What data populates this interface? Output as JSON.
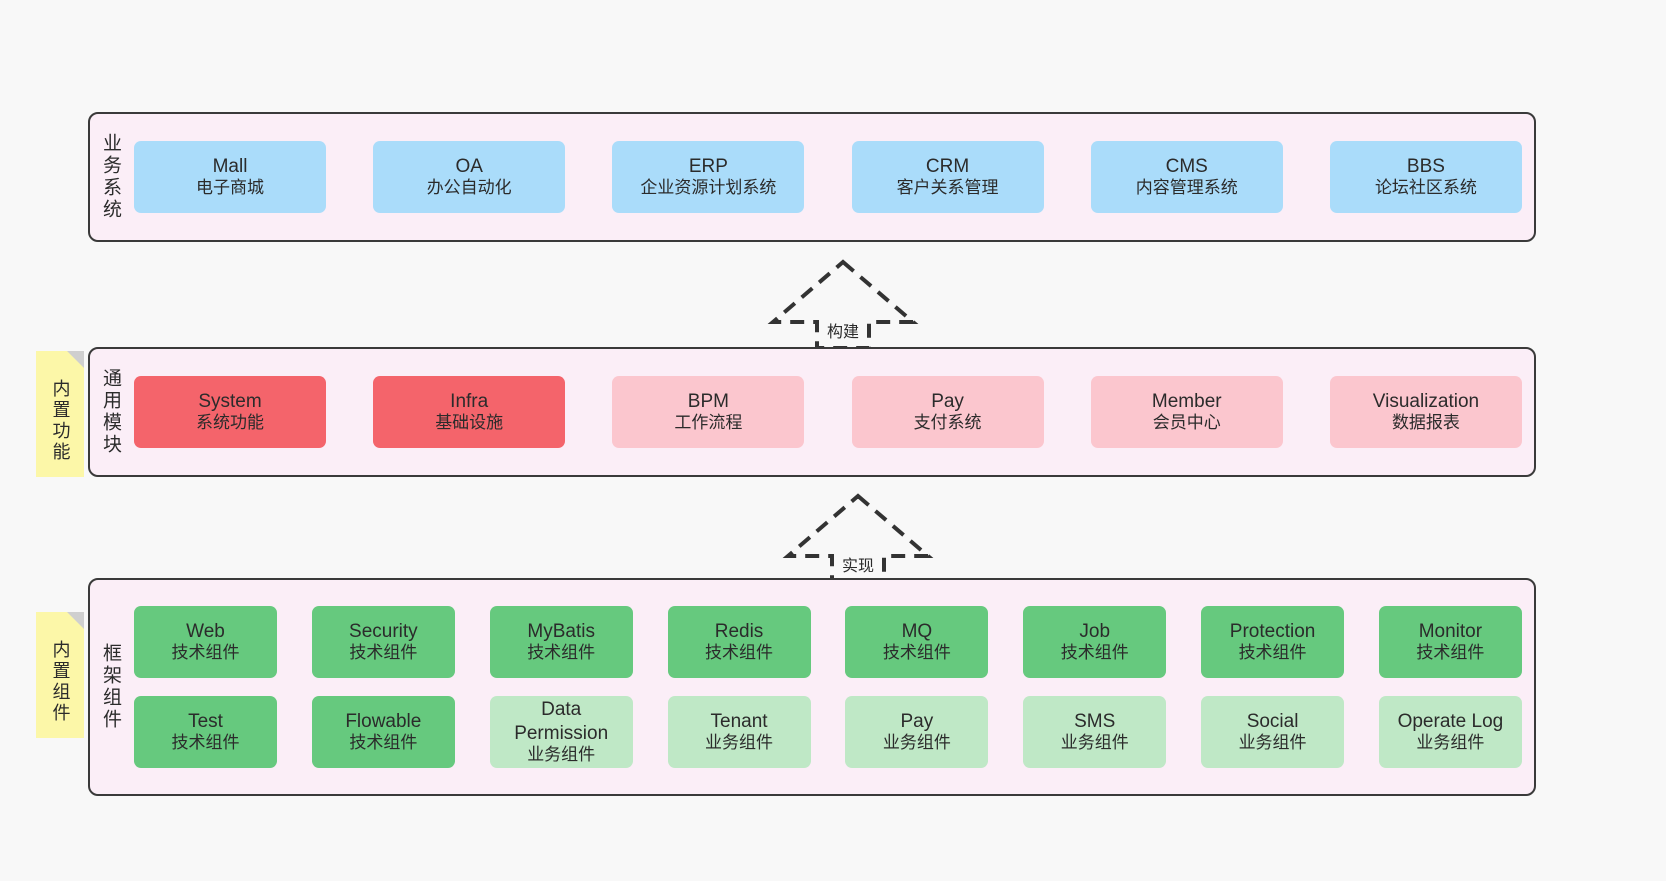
{
  "diagram": {
    "background_color": "#f8f8f8",
    "layers": [
      {
        "id": "business",
        "title": "业务系统",
        "fill": "#fbeef7",
        "cards": [
          {
            "en": "Mall",
            "cn": "电子商城",
            "color": "#aadcfa"
          },
          {
            "en": "OA",
            "cn": "办公自动化",
            "color": "#aadcfa"
          },
          {
            "en": "ERP",
            "cn": "企业资源计划系统",
            "color": "#aadcfa"
          },
          {
            "en": "CRM",
            "cn": "客户关系管理",
            "color": "#aadcfa"
          },
          {
            "en": "CMS",
            "cn": "内容管理系统",
            "color": "#aadcfa"
          },
          {
            "en": "BBS",
            "cn": "论坛社区系统",
            "color": "#aadcfa"
          }
        ]
      },
      {
        "id": "common",
        "title": "通用模块",
        "fill": "#fbeef7",
        "note": "内置功能",
        "cards": [
          {
            "en": "System",
            "cn": "系统功能",
            "color": "#f4646b"
          },
          {
            "en": "Infra",
            "cn": "基础设施",
            "color": "#f4646b"
          },
          {
            "en": "BPM",
            "cn": "工作流程",
            "color": "#fbc6ce"
          },
          {
            "en": "Pay",
            "cn": "支付系统",
            "color": "#fbc6ce"
          },
          {
            "en": "Member",
            "cn": "会员中心",
            "color": "#fbc6ce"
          },
          {
            "en": "Visualization",
            "cn": "数据报表",
            "color": "#fbc6ce"
          }
        ]
      },
      {
        "id": "framework",
        "title": "框架组件",
        "fill": "#fbeef7",
        "note": "内置组件",
        "rows": [
          [
            {
              "en": "Web",
              "cn": "技术组件",
              "color": "#66c97e"
            },
            {
              "en": "Security",
              "cn": "技术组件",
              "color": "#66c97e"
            },
            {
              "en": "MyBatis",
              "cn": "技术组件",
              "color": "#66c97e"
            },
            {
              "en": "Redis",
              "cn": "技术组件",
              "color": "#66c97e"
            },
            {
              "en": "MQ",
              "cn": "技术组件",
              "color": "#66c97e"
            },
            {
              "en": "Job",
              "cn": "技术组件",
              "color": "#66c97e"
            },
            {
              "en": "Protection",
              "cn": "技术组件",
              "color": "#66c97e"
            },
            {
              "en": "Monitor",
              "cn": "技术组件",
              "color": "#66c97e"
            }
          ],
          [
            {
              "en": "Test",
              "cn": "技术组件",
              "color": "#66c97e"
            },
            {
              "en": "Flowable",
              "cn": "技术组件",
              "color": "#66c97e"
            },
            {
              "en": "Data Permission",
              "cn": "业务组件",
              "color": "#bfe8c6"
            },
            {
              "en": "Tenant",
              "cn": "业务组件",
              "color": "#bfe8c6"
            },
            {
              "en": "Pay",
              "cn": "业务组件",
              "color": "#bfe8c6"
            },
            {
              "en": "SMS",
              "cn": "业务组件",
              "color": "#bfe8c6"
            },
            {
              "en": "Social",
              "cn": "业务组件",
              "color": "#bfe8c6"
            },
            {
              "en": "Operate Log",
              "cn": "业务组件",
              "color": "#bfe8c6"
            }
          ]
        ]
      }
    ],
    "arrows": [
      {
        "id": "build",
        "label": "构建"
      },
      {
        "id": "realize",
        "label": "实现"
      }
    ]
  }
}
